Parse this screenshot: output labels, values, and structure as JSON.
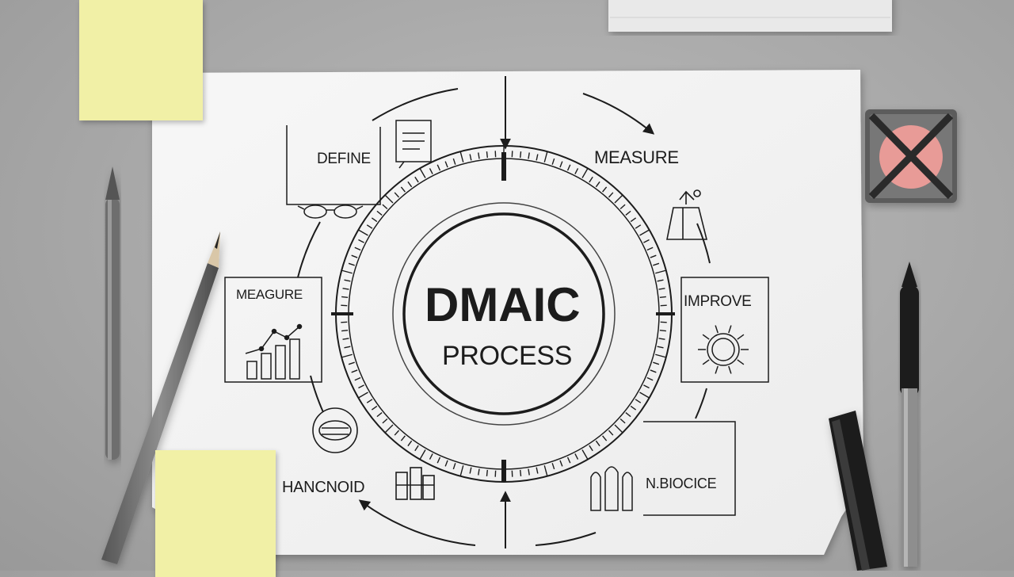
{
  "diagram": {
    "center_title": "DMAIC",
    "center_subtitle": "PROCESS",
    "labels": {
      "define": "DEFINE",
      "measure_top": "MEASURE",
      "measure_left": "MEAGURE",
      "improve": "IMPROVE",
      "bottom_right": "N.BIOCICE",
      "bottom_left": "HANCNOID"
    }
  },
  "colors": {
    "desk": "#a8a8a8",
    "paper": "#f4f4f4",
    "ink": "#1c1c1c",
    "sticky_note": "#f1f0a6",
    "timer_pink": "#e89b97"
  },
  "icons": [
    "document-icon",
    "glasses-icon",
    "bar-chart-icon",
    "gear-icon",
    "ring-icon",
    "funnel-icon",
    "bottles-icon",
    "building-icon",
    "pencil-icon",
    "pen-icon",
    "marker-icon",
    "timer-icon"
  ]
}
